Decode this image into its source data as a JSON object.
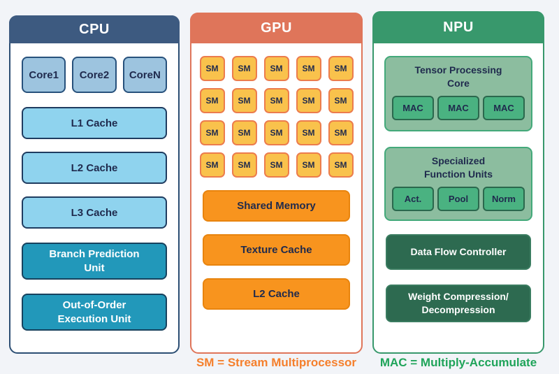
{
  "cpu": {
    "title": "CPU",
    "cores": [
      "Core1",
      "Core2",
      "CoreN"
    ],
    "caches": [
      "L1 Cache",
      "L2 Cache",
      "L3 Cache"
    ],
    "units": [
      "Branch Prediction\nUnit",
      "Out-of-Order\nExecution Unit"
    ],
    "colors": {
      "header": "#3d5a80",
      "core_fill": "#9dc4df",
      "cache_fill": "#8fd3ee",
      "unit_fill": "#2298ba",
      "text": "#1f2a4d"
    }
  },
  "gpu": {
    "title": "GPU",
    "sm_cells": [
      "SM",
      "SM",
      "SM",
      "SM",
      "SM",
      "SM",
      "SM",
      "SM",
      "SM",
      "SM",
      "SM",
      "SM",
      "SM",
      "SM",
      "SM",
      "SM",
      "SM",
      "SM",
      "SM",
      "SM"
    ],
    "blocks": [
      "Shared Memory",
      "Texture Cache",
      "L2 Cache"
    ],
    "legend": "SM = Stream Multiprocessor",
    "colors": {
      "header": "#df755a",
      "sm_fill": "#f9c24c",
      "block_fill": "#f8941e",
      "legend_text": "#f57f2c"
    }
  },
  "npu": {
    "title": "NPU",
    "tensor_panel": {
      "title": "Tensor Processing\nCore",
      "items": [
        "MAC",
        "MAC",
        "MAC"
      ]
    },
    "sfu_panel": {
      "title": "Specialized\nFunction Units",
      "items": [
        "Act.",
        "Pool",
        "Norm"
      ]
    },
    "blocks": [
      "Data Flow Controller",
      "Weight Compression/\nDecompression"
    ],
    "legend": "MAC = Multiply-Accumulate",
    "colors": {
      "header": "#38986c",
      "panel_fill": "#8cbd9f",
      "unit_fill": "#4ab281",
      "block_fill": "#2d6a50",
      "legend_text": "#1fa45a"
    }
  }
}
